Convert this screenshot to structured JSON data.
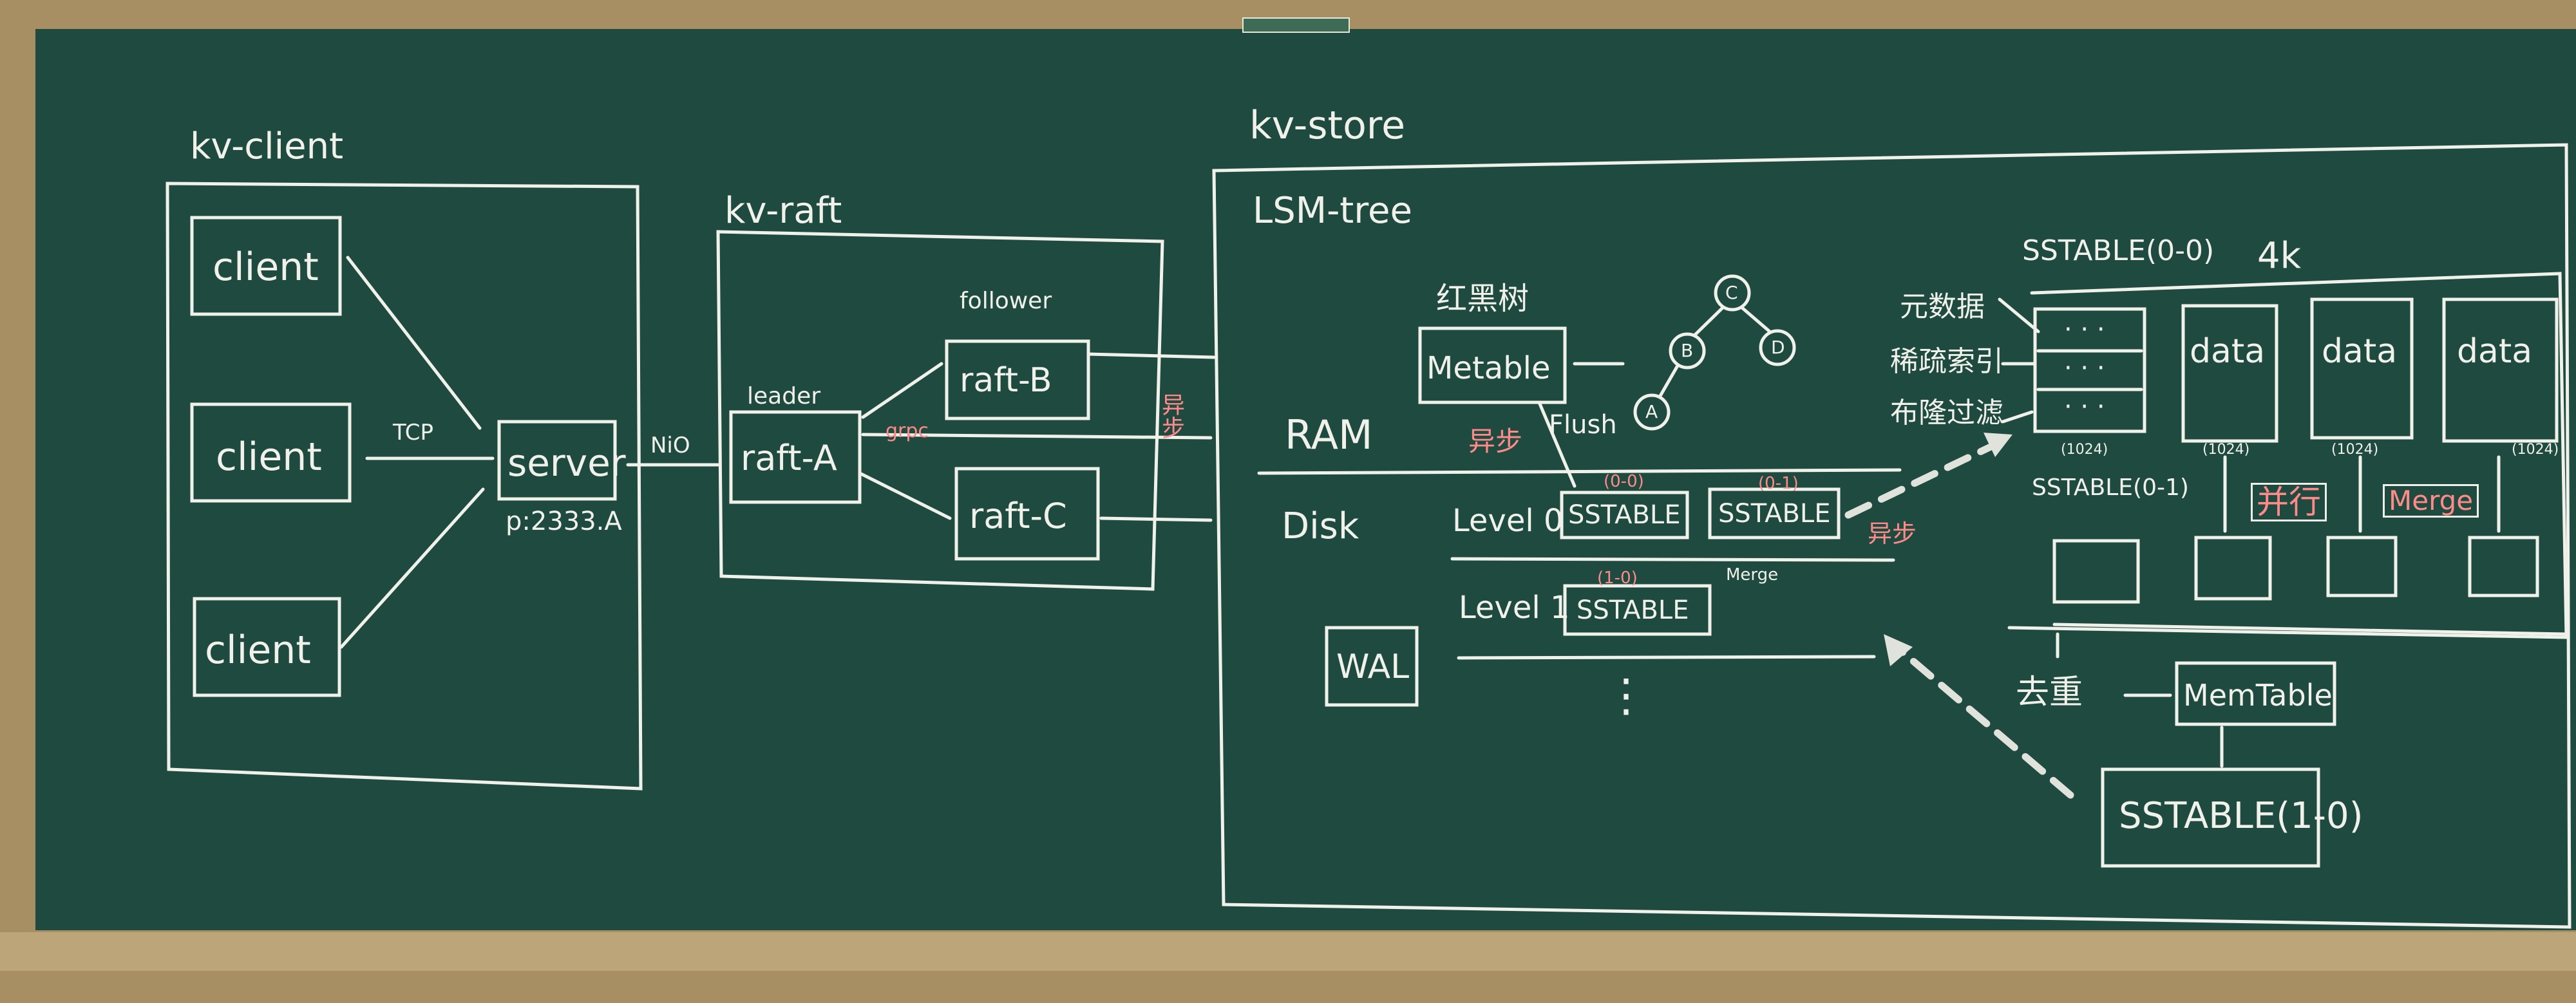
{
  "colors": {
    "board": "#1f4a3f",
    "frame": "#a88f63",
    "chalk": "#f0f1ea",
    "red_chalk": "#ff8a8a"
  },
  "kv_client": {
    "title": "kv-client",
    "clients": [
      "client",
      "client",
      "client"
    ],
    "protocol": "TCP",
    "server": "server",
    "server_addr": "p:2333.A",
    "link": "NiO"
  },
  "kv_raft": {
    "title": "kv-raft",
    "leader_label": "leader",
    "follower_label": "follower",
    "nodes": [
      "raft-A",
      "raft-B",
      "raft-C"
    ],
    "grpc": "grpc",
    "async_note": "异步"
  },
  "kv_store": {
    "title": "kv-store",
    "subtitle": "LSM-tree",
    "rbtree_label": "红黑树",
    "tree_nodes": [
      "C",
      "B",
      "D",
      "A"
    ],
    "metable": "Metable",
    "async_flush": "异步",
    "flush": "Flush",
    "ram": "RAM",
    "disk": "Disk",
    "level0": "Level 0",
    "level1": "Level 1",
    "sstable": "SSTABLE",
    "tag_00": "(0-0)",
    "tag_01": "(0-1)",
    "tag_10": "(1-0)",
    "merge_small": "Merge",
    "async_merge": "异步",
    "wal": "WAL",
    "dots": "⋮"
  },
  "sstable_detail": {
    "title": "SSTABLE(0-0)",
    "size": "4k",
    "left_labels": [
      "元数据",
      "稀疏索引",
      "布隆过滤"
    ],
    "data_blocks": [
      "data",
      "data",
      "data"
    ],
    "block_size": "(1024)",
    "sstable_01": "SSTABLE(0-1)",
    "parallel": "并行",
    "merge": "Merge",
    "dedup": "去重",
    "memtable": "MemTable",
    "result": "SSTABLE(1-0)"
  }
}
